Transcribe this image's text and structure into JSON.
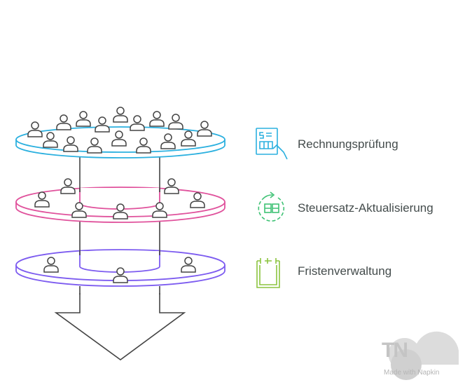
{
  "items": [
    {
      "label": "Rechnungsprüfung",
      "icon": "invoice-review-icon",
      "color": "#2bb0df"
    },
    {
      "label": "Steuersatz-Aktualisierung",
      "icon": "tax-rate-update-icon",
      "color": "#3fc275"
    },
    {
      "label": "Fristenverwaltung",
      "icon": "calendar-deadline-icon",
      "color": "#8cc43f"
    }
  ],
  "layers": [
    {
      "name": "top",
      "color": "#2bb0df",
      "people": 16
    },
    {
      "name": "middle",
      "color": "#e0529c",
      "people": 7
    },
    {
      "name": "bottom",
      "color": "#7d5cf0",
      "people": 3
    }
  ],
  "watermark": {
    "logo": "TN",
    "text": "Made with Napkin"
  }
}
